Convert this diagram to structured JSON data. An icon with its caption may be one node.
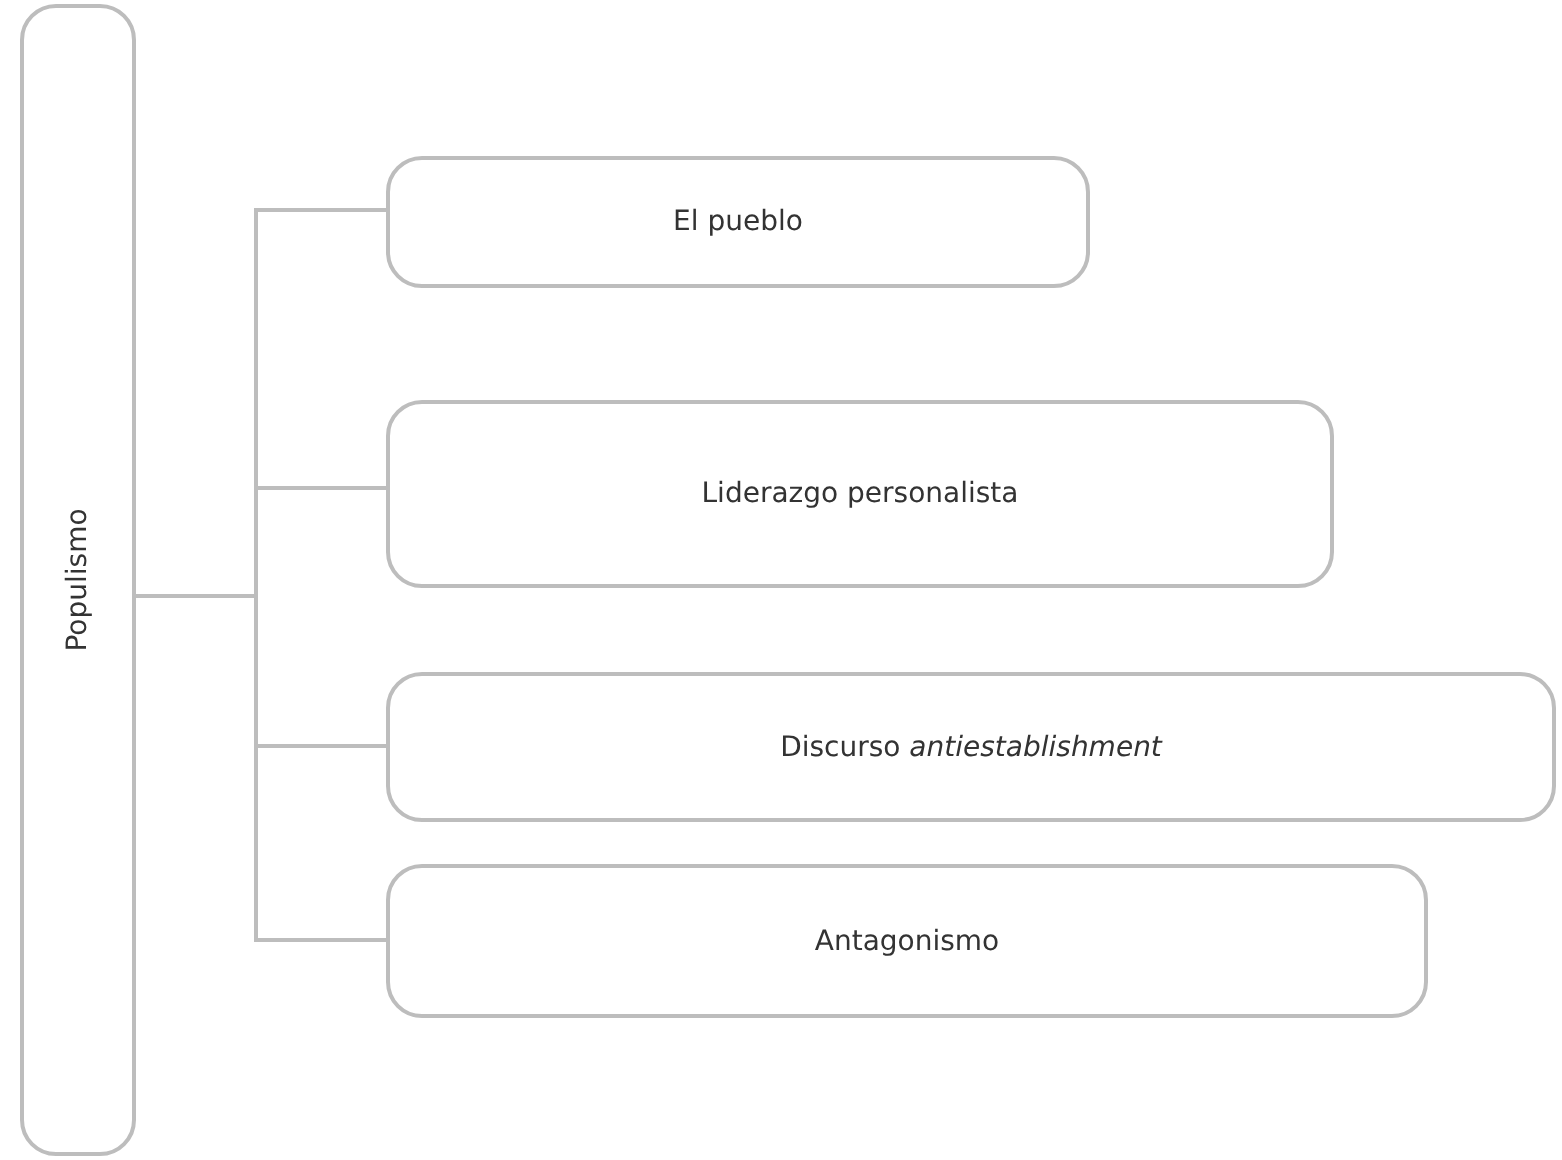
{
  "diagram": {
    "nodes": [
      {
        "text": [
          "Populismo"
        ]
      },
      {
        "text": [
          "El pueblo"
        ]
      },
      {
        "text": [
          "Liderazgo personalista"
        ]
      },
      {
        "text": [
          "Discurso *antiestablishment*"
        ]
      },
      {
        "text": [
          "Antagonismo"
        ]
      }
    ],
    "edges": [
      {
        "from": 0,
        "to": 1,
        "arrow": "none"
      },
      {
        "from": 0,
        "to": 2,
        "arrow": "none"
      },
      {
        "from": 0,
        "to": 3,
        "arrow": "none"
      },
      {
        "from": 0,
        "to": 4,
        "arrow": "none"
      }
    ]
  }
}
